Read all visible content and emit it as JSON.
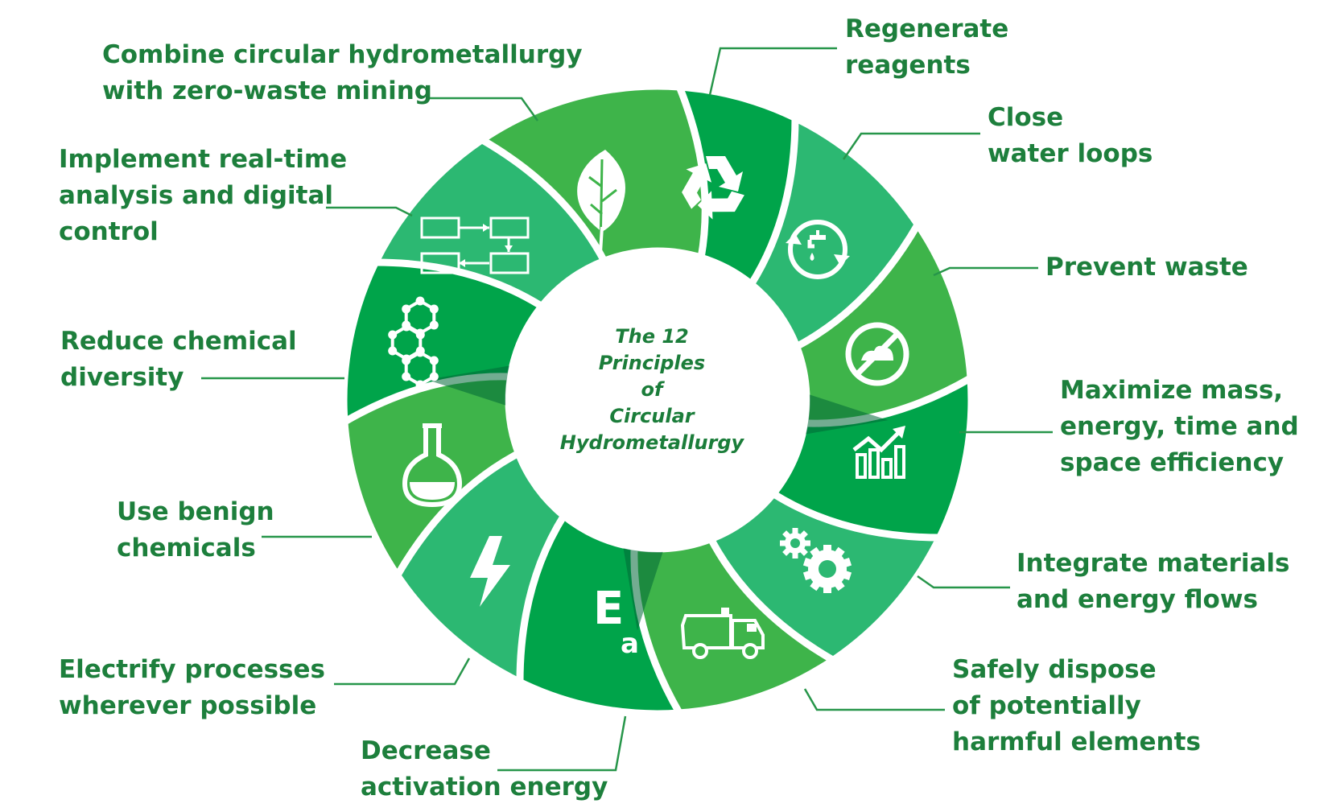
{
  "center": {
    "lines": [
      "The 12",
      "Principles",
      "of",
      "Circular",
      "Hydrometallurgy"
    ]
  },
  "principles": [
    {
      "lines": [
        "Regenerate",
        "reagents"
      ],
      "icon": "recycle-icon",
      "color": "#00a44a"
    },
    {
      "lines": [
        "Close",
        "water loops"
      ],
      "icon": "water-loop-icon",
      "color": "#2cb872"
    },
    {
      "lines": [
        "Prevent waste"
      ],
      "icon": "no-waste-icon",
      "color": "#3eb44a"
    },
    {
      "lines": [
        "Maximize mass,",
        "energy, time and",
        "space efficiency"
      ],
      "icon": "efficiency-chart-icon",
      "color": "#00a44a"
    },
    {
      "lines": [
        "Integrate materials",
        "and energy flows"
      ],
      "icon": "gears-icon",
      "color": "#2cb872"
    },
    {
      "lines": [
        "Safely dispose",
        "of potentially",
        "harmful elements"
      ],
      "icon": "garbage-truck-icon",
      "color": "#3eb44a"
    },
    {
      "lines": [
        "Decrease",
        "activation energy"
      ],
      "icon": "activation-energy-icon",
      "color": "#00a44a",
      "icon_text": [
        "E",
        "a"
      ]
    },
    {
      "lines": [
        "Electrify processes",
        "wherever possible"
      ],
      "icon": "lightning-icon",
      "color": "#2cb872"
    },
    {
      "lines": [
        "Use benign",
        "chemicals"
      ],
      "icon": "flask-icon",
      "color": "#3eb44a"
    },
    {
      "lines": [
        "Reduce chemical",
        "diversity"
      ],
      "icon": "molecule-icon",
      "color": "#00a44a"
    },
    {
      "lines": [
        "Implement real-time",
        "analysis and digital",
        "control"
      ],
      "icon": "flow-diagram-icon",
      "color": "#2cb872"
    },
    {
      "lines": [
        "Combine circular hydrometallurgy",
        "with zero-waste mining"
      ],
      "icon": "leaf-icon",
      "color": "#3eb44a"
    }
  ],
  "colors": {
    "text": "#1d7f3c",
    "dark": "#006837",
    "ring_inner": "#0a8f44",
    "white": "#ffffff"
  }
}
